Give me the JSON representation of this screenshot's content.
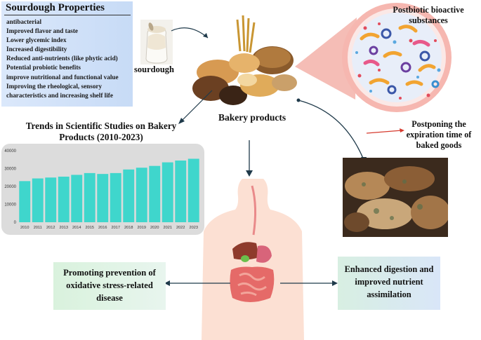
{
  "sourdough_properties": {
    "title": "Sourdough Properties",
    "items": [
      "antibacterial",
      "Improved flavor and taste",
      "Lower glycemic index",
      "Increased digestibility",
      "Reduced anti-nutrients (like phytic acid)",
      "Potential probiotic benefits",
      "improve nutritional and functional value",
      "Improving the rheological, sensory",
      "characteristics and increasing shelf life"
    ]
  },
  "labels": {
    "sourdough": "sourdough",
    "bakery_products": "Bakery products",
    "postbiotic_line1": "Postbiotic bioactive",
    "postbiotic_line2": "substances",
    "postponing_line1": "Postponing the",
    "postponing_line2": "expiration time of",
    "postponing_line3": "baked goods",
    "trends_line1": "Trends in Scientific Studies on Bakery",
    "trends_line2": "Products (2010-2023)",
    "prevention_line1": "Promoting prevention of",
    "prevention_line2": "oxidative stress-related",
    "prevention_line3": "disease",
    "digestion_line1": "Enhanced digestion and",
    "digestion_line2": "improved nutrient",
    "digestion_line3": "assimilation"
  },
  "colors": {
    "bar": "#3fd6cc",
    "accent_red": "#d63b2f",
    "arrow_dark": "#1f3a4a",
    "magnifier": "#f4b6ae"
  },
  "chart_data": {
    "type": "bar",
    "categories": [
      "2010",
      "2011",
      "2012",
      "2013",
      "2014",
      "2015",
      "2016",
      "2017",
      "2018",
      "2019",
      "2020",
      "2021",
      "2022",
      "2023"
    ],
    "values": [
      23000,
      24500,
      25000,
      25500,
      26500,
      27500,
      27000,
      27500,
      29500,
      30500,
      31500,
      33500,
      34500,
      35500
    ],
    "title": "Trends in Scientific Studies on Bakery Products (2010-2023)",
    "ylim": [
      0,
      40000
    ],
    "yticks": [
      0,
      10000,
      20000,
      30000,
      40000
    ],
    "grid": false
  }
}
